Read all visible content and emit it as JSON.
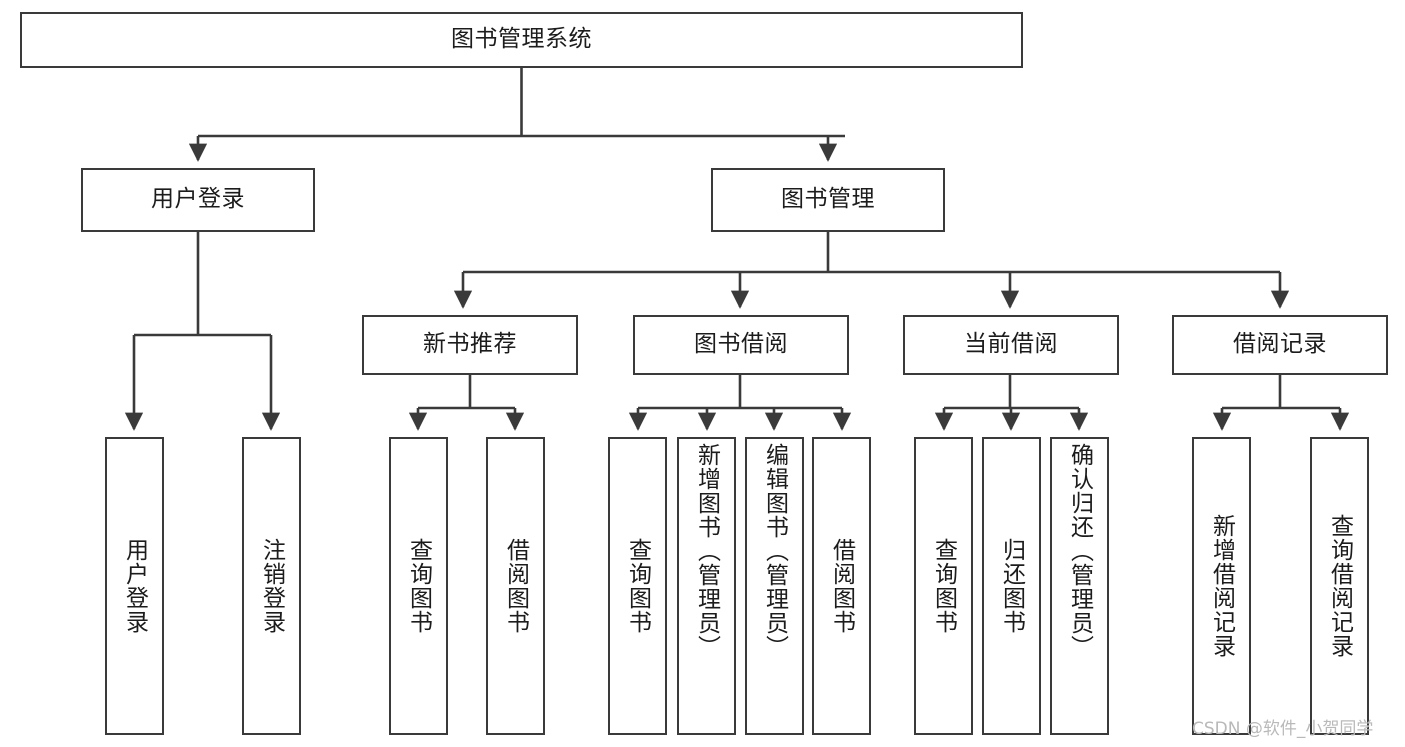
{
  "diagram": {
    "title": "图书管理系统",
    "type": "tree-hierarchy",
    "root": {
      "label": "图书管理系统"
    },
    "level1": [
      {
        "label": "用户登录"
      },
      {
        "label": "图书管理"
      }
    ],
    "level2": [
      {
        "label": "新书推荐"
      },
      {
        "label": "图书借阅"
      },
      {
        "label": "当前借阅"
      },
      {
        "label": "借阅记录"
      }
    ],
    "leaves": {
      "user_login": [
        {
          "label": "用户登录"
        },
        {
          "label": "注销登录"
        }
      ],
      "new_book": [
        {
          "label": "查询图书"
        },
        {
          "label": "借阅图书"
        }
      ],
      "book_borrow": [
        {
          "label": "查询图书"
        },
        {
          "label": "新增图书（管理员）"
        },
        {
          "label": "编辑图书（管理员）"
        },
        {
          "label": "借阅图书"
        }
      ],
      "current_borrow": [
        {
          "label": "查询图书"
        },
        {
          "label": "归还图书"
        },
        {
          "label": "确认归还（管理员）"
        }
      ],
      "borrow_record": [
        {
          "label": "新增借阅记录"
        },
        {
          "label": "查询借阅记录"
        }
      ]
    }
  },
  "watermark": {
    "text": "CSDN @软件_小贺同学"
  },
  "colors": {
    "box_border": "#3a3a3a",
    "box_fill": "#ffffff",
    "text": "#1c1c1c",
    "edge": "#3a3a3a",
    "watermark": "#b9b9b9"
  }
}
